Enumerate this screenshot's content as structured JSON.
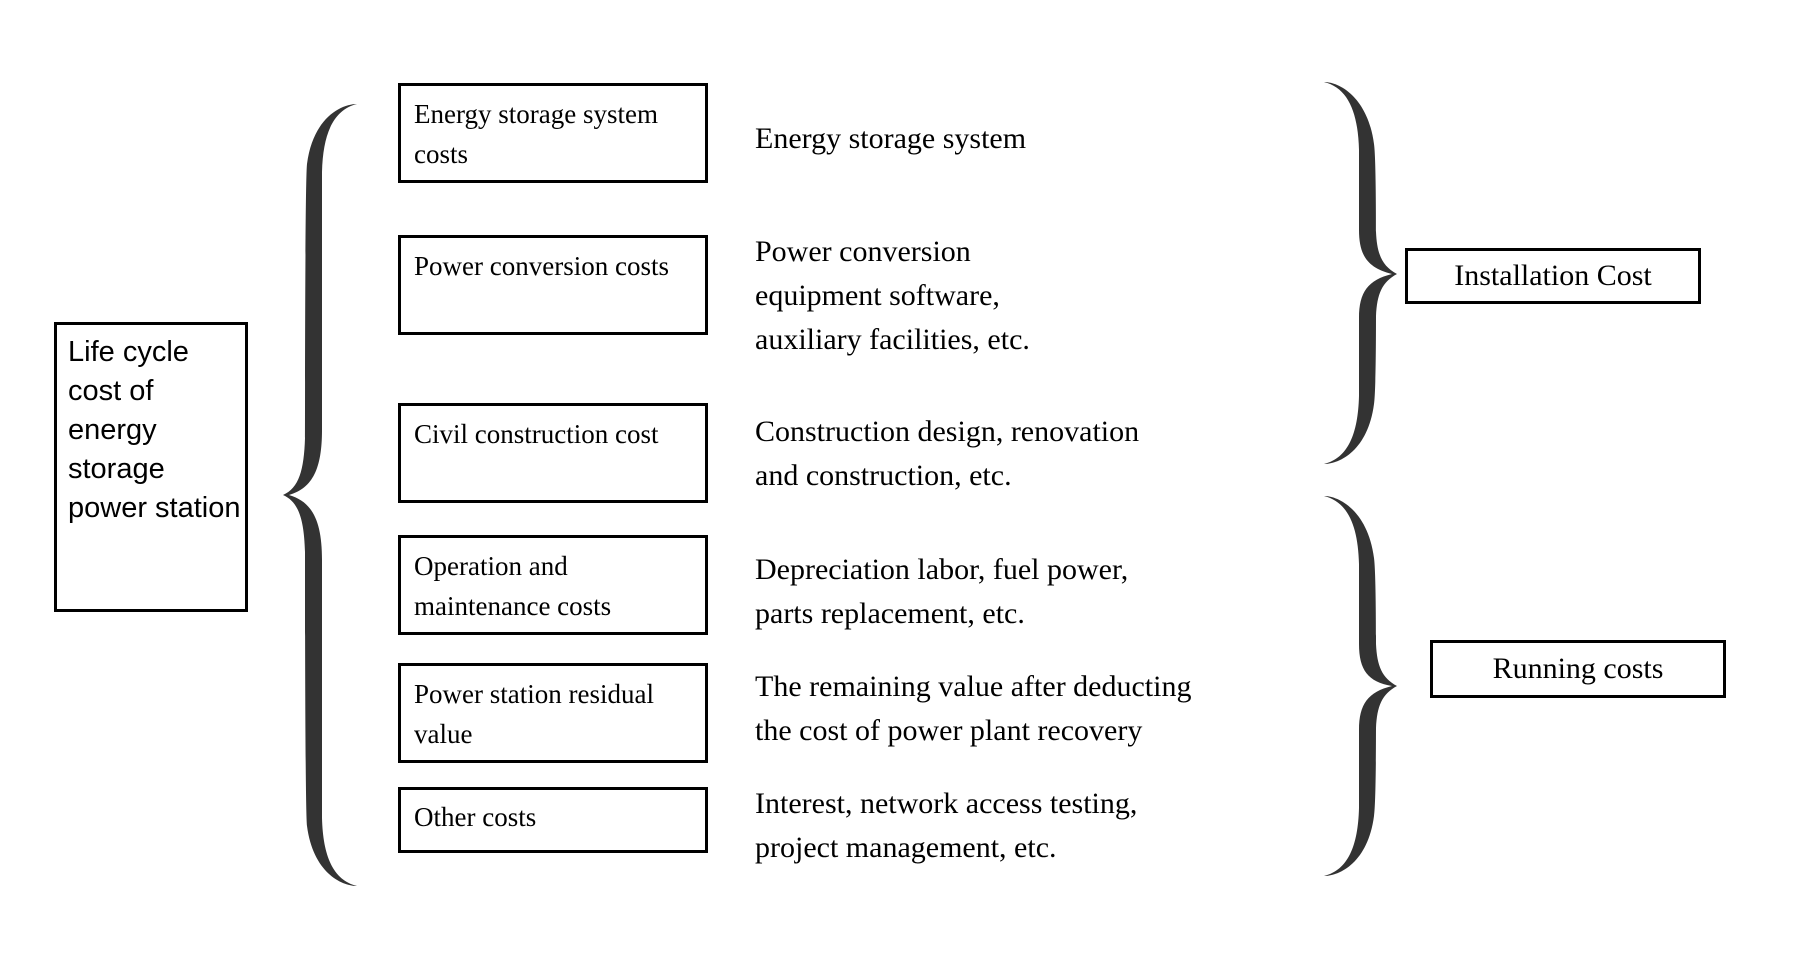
{
  "diagram": {
    "title_node": {
      "label": "Life cycle cost of energy storage power station"
    },
    "categories": [
      {
        "label": "Energy storage system costs"
      },
      {
        "label": "Power conversion costs"
      },
      {
        "label": "Civil construction cost"
      },
      {
        "label": "Operation and maintenance costs"
      },
      {
        "label": "Power station residual value"
      },
      {
        "label": "Other costs"
      }
    ],
    "descriptions": [
      {
        "text": "Energy storage system"
      },
      {
        "text": "Power conversion\nequipment software,\nauxiliary facilities, etc."
      },
      {
        "text": "Construction design, renovation\nand construction, etc."
      },
      {
        "text": "Depreciation labor, fuel power,\nparts replacement, etc."
      },
      {
        "text": "The remaining value after deducting\nthe cost of power plant recovery"
      },
      {
        "text": "Interest, network access testing,\nproject management, etc."
      }
    ],
    "groups": [
      {
        "label": "Installation Cost"
      },
      {
        "label": "Running costs"
      }
    ],
    "braces": [
      {
        "name": "left-grouping-brace",
        "direction": "left"
      },
      {
        "name": "installation-cost-brace",
        "direction": "right"
      },
      {
        "name": "running-costs-brace",
        "direction": "right"
      }
    ],
    "colors": {
      "brace": "#333333",
      "outline": "#000000",
      "background": "#ffffff",
      "text": "#000000"
    }
  }
}
